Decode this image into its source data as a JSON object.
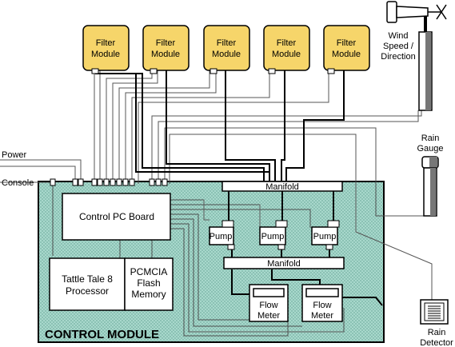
{
  "diagram": {
    "filter_modules": [
      {
        "line1": "Filter",
        "line2": "Module"
      },
      {
        "line1": "Filter",
        "line2": "Module"
      },
      {
        "line1": "Filter",
        "line2": "Module"
      },
      {
        "line1": "Filter",
        "line2": "Module"
      },
      {
        "line1": "Filter",
        "line2": "Module"
      }
    ],
    "wind_sensor": {
      "line1": "Wind",
      "line2": "Speed /",
      "line3": "Direction"
    },
    "rain_gauge": {
      "line1": "Rain",
      "line2": "Gauge"
    },
    "rain_detector": {
      "line1": "Rain",
      "line2": "Detector"
    },
    "power_label": "Power",
    "console_label": "Console",
    "manifold_top": "Manifold",
    "manifold_bottom": "Manifold",
    "control_pc_board": "Control PC Board",
    "tattle_tale": {
      "line1": "Tattle Tale 8",
      "line2": "Processor"
    },
    "pcmcia": {
      "line1": "PCMCIA",
      "line2": "Flash",
      "line3": "Memory"
    },
    "pumps": [
      "Pump",
      "Pump",
      "Pump"
    ],
    "flow_meters": [
      {
        "line1": "Flow",
        "line2": "Meter"
      },
      {
        "line1": "Flow",
        "line2": "Meter"
      }
    ],
    "control_module_title": "CONTROL  MODULE",
    "colors": {
      "module_fill": "#f6d56a",
      "control_fill": "#a8d8cc",
      "control_dots": "#5fa090",
      "line": "#000000",
      "thin_line": "#555555"
    }
  }
}
